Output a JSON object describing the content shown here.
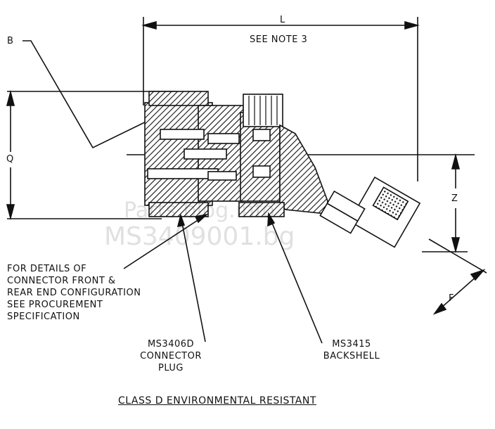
{
  "labels": {
    "dim_l": "L",
    "note": "SEE NOTE 3",
    "dim_b": "B",
    "dim_q": "Q",
    "dim_z": "Z",
    "dim_f": "F",
    "details_note": [
      "FOR DETAILS OF",
      "CONNECTOR FRONT &",
      "REAR END CONFIGURATION",
      "SEE PROCUREMENT",
      "SPECIFICATION"
    ],
    "plug": [
      "MS3406D",
      "CONNECTOR",
      "PLUG"
    ],
    "backshell": [
      "MS3415",
      "BACKSHELL"
    ],
    "title": "CLASS D ENVIRONMENTAL RESISTANT"
  },
  "watermark": [
    "Parts.blog.info",
    "MS3409001.bg"
  ],
  "colors": {
    "ink": "#111111",
    "background": "#ffffff"
  }
}
